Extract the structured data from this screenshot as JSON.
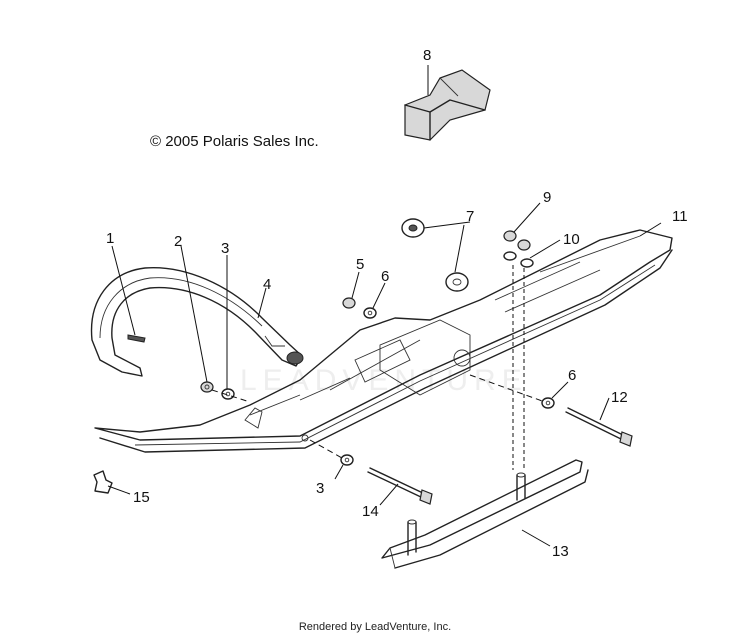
{
  "copyright": "© 2005 Polaris Sales Inc.",
  "footer": "Rendered by LeadVenture, Inc.",
  "watermark": "LEADVENTURE",
  "callouts": {
    "n1": "1",
    "n2": "2",
    "n3a": "3",
    "n3b": "3",
    "n4": "4",
    "n5": "5",
    "n6a": "6",
    "n6b": "6",
    "n7": "7",
    "n8": "8",
    "n9": "9",
    "n10": "10",
    "n11": "11",
    "n12": "12",
    "n13": "13",
    "n14": "14",
    "n15": "15"
  }
}
